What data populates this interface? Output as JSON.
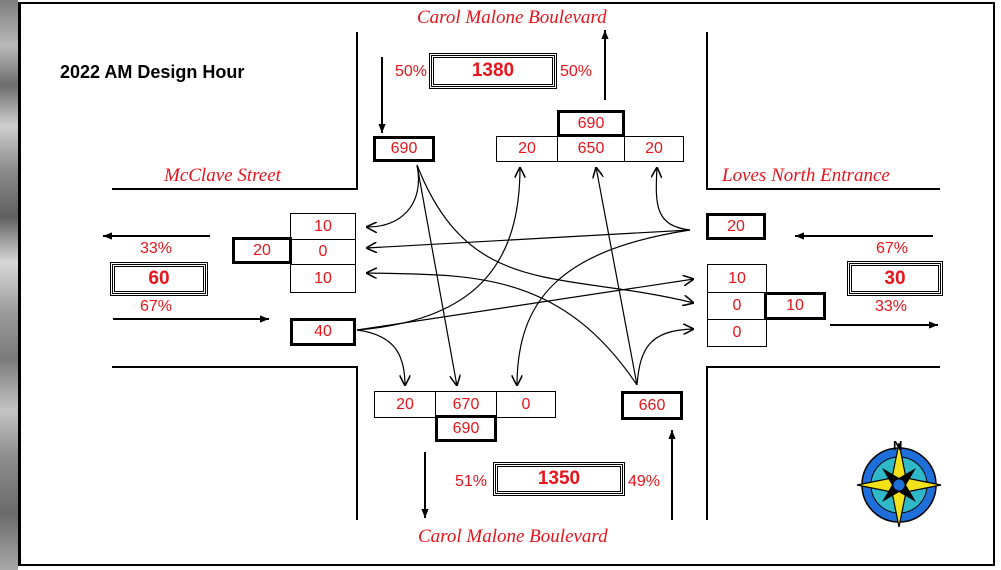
{
  "title": "2022 AM Design Hour",
  "streets": {
    "north": "Carol Malone Boulevard",
    "south": "Carol Malone Boulevard",
    "west": "McClave Street",
    "east": "Loves North Entrance"
  },
  "north": {
    "total": "1380",
    "pct_in": "50%",
    "pct_out": "50%",
    "approach_total": "690",
    "departure_total": "690",
    "departure_lanes": [
      "20",
      "650",
      "20"
    ]
  },
  "south": {
    "total": "1350",
    "pct_out": "51%",
    "pct_in": "49%",
    "approach_total": "660",
    "departure_total": "690",
    "departure_lanes": [
      "20",
      "670",
      "0"
    ]
  },
  "west": {
    "total": "60",
    "pct_out": "33%",
    "pct_in": "67%",
    "approach_total": "40",
    "departure_total": "20",
    "departure_lanes": [
      "10",
      "0",
      "10"
    ]
  },
  "east": {
    "total": "30",
    "pct_in": "67%",
    "pct_out": "33%",
    "approach_total": "20",
    "departure_total": "10",
    "departure_lanes": [
      "10",
      "0",
      "0"
    ]
  },
  "compass": {
    "label": "N",
    "icon": "compass-rose-icon",
    "colors": [
      "#1e6fd9",
      "#2fb8c8",
      "#f2e21b",
      "#000000"
    ]
  },
  "colors": {
    "text": "#e8141b",
    "lines": "#000000"
  }
}
